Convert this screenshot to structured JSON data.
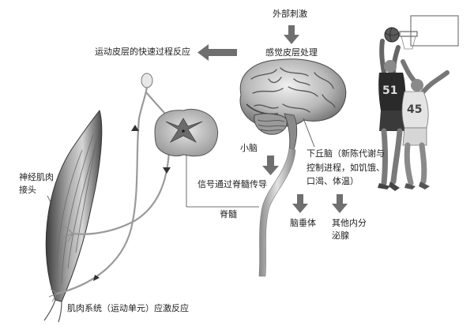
{
  "labels": {
    "external_stimulus": "外部刺激",
    "sensory_cortex": "感觉皮层处理",
    "motor_cortex_fast": "运动皮层的快速过程反应",
    "cerebellum": "小脑",
    "hypothalamus": "下丘脑（新陈代谢与控制进程，如饥饿、口渴、体温）",
    "spinal_signal": "信号通过脊髓传导",
    "spinal_cord": "脊髓",
    "pituitary": "脑垂体",
    "other_endocrine": "其他内分泌腺",
    "neuromuscular_junction": "神经肌肉接头",
    "muscle_system": "肌肉系统（运动单元）应激反应"
  },
  "player_numbers": {
    "player_a": "51",
    "player_b": "45"
  }
}
